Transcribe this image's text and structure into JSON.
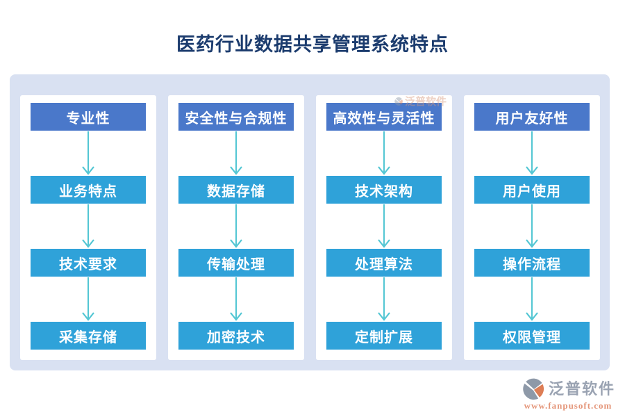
{
  "title": "医药行业数据共享管理系统特点",
  "columns": [
    {
      "header": "专业性",
      "items": [
        "业务特点",
        "技术要求",
        "采集存储"
      ]
    },
    {
      "header": "安全性与合规性",
      "items": [
        "数据存储",
        "传输处理",
        "加密技术"
      ]
    },
    {
      "header": "高效性与灵活性",
      "items": [
        "技术架构",
        "处理算法",
        "定制扩展"
      ]
    },
    {
      "header": "用户友好性",
      "items": [
        "用户使用",
        "操作流程",
        "权限管理"
      ]
    }
  ],
  "watermark": {
    "text": "泛普软件"
  },
  "footer": {
    "brand": "泛普软件",
    "url": "www.fanpusoft.com"
  },
  "colors": {
    "title_text": "#1c3c6e",
    "panel_bg": "#d9e1f2",
    "card_bg": "#ffffff",
    "header_box": "#4a78ca",
    "item_box": "#2fa2d9",
    "arrow": "#52c6d3",
    "box_text": "#ffffff",
    "brand_text": "#9aa3b2",
    "url_text": "#e49579",
    "logo_gray": "#8e99a8",
    "logo_orange": "#dd7d55"
  }
}
